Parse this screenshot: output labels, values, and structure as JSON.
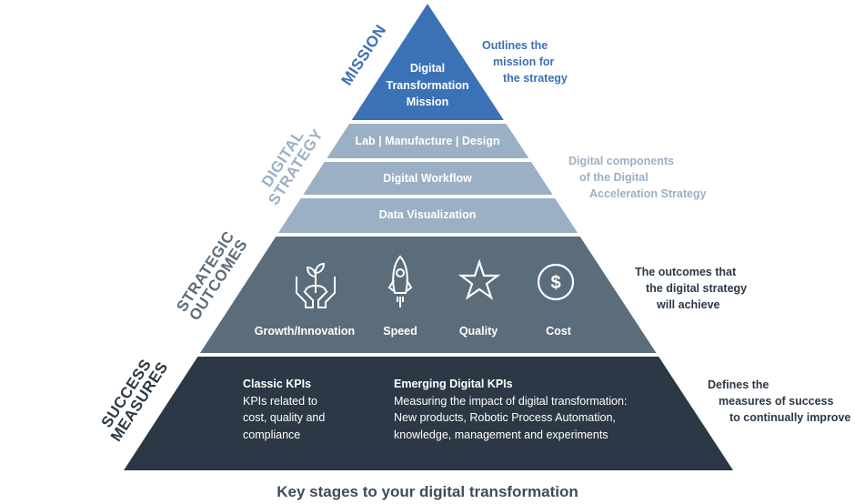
{
  "mission": {
    "side_label": "MISSION",
    "block_lines": [
      "Digital",
      "Transformation",
      "Mission"
    ],
    "note_lines": [
      "Outlines the",
      "mission for",
      "the strategy"
    ],
    "color": "#3b72b5"
  },
  "digital_strategy": {
    "side_lines": [
      "DIGITAL",
      "STRATEGY"
    ],
    "bands": [
      "Lab | Manufacture | Design",
      "Digital Workflow",
      "Data Visualization"
    ],
    "note_lines": [
      "Digital components",
      "of the Digital",
      "Acceleration Strategy"
    ],
    "color": "#9bb0c5"
  },
  "strategic_outcomes": {
    "side_lines": [
      "STRATEGIC",
      "OUTCOMES"
    ],
    "items": [
      {
        "label": "Growth/Innovation",
        "icon": "plant-hands-icon"
      },
      {
        "label": "Speed",
        "icon": "rocket-icon"
      },
      {
        "label": "Quality",
        "icon": "star-icon"
      },
      {
        "label": "Cost",
        "icon": "dollar-coin-icon"
      }
    ],
    "note_lines": [
      "The outcomes that",
      "the digital strategy",
      "will achieve"
    ],
    "color": "#5b6c7b"
  },
  "success_measures": {
    "side_lines": [
      "SUCCESS",
      "MEASURES"
    ],
    "classic": {
      "title": "Classic KPIs",
      "lines": [
        "KPIs related to",
        "cost, quality and",
        "compliance"
      ]
    },
    "emerging": {
      "title": "Emerging Digital KPIs",
      "lines": [
        "Measuring the impact of digital transformation:",
        "New products, Robotic Process Automation,",
        "knowledge, management and experiments"
      ]
    },
    "note_lines": [
      "Defines the",
      "measures of success",
      "to continually improve"
    ],
    "color": "#2c3845"
  },
  "caption": "Key stages to your digital transformation"
}
